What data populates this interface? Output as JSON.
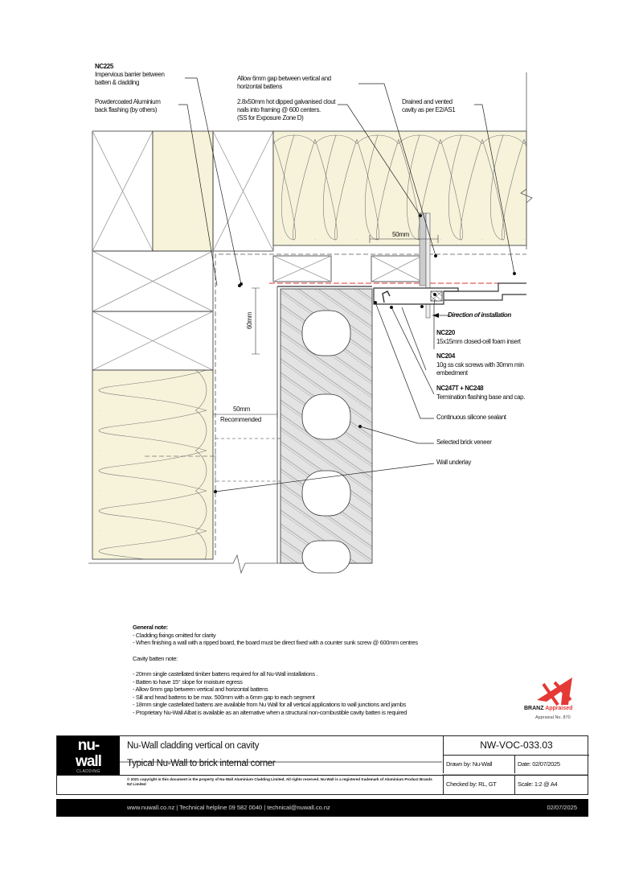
{
  "callouts": {
    "nc225_code": "NC225",
    "nc225_text_1": "Impervious barrier between",
    "nc225_text_2": "batten & cladding",
    "back_flashing_1": "Powdercoated Aluminium",
    "back_flashing_2": "back flashing (by others)",
    "gap_1": "Allow 6mm gap between vertical and",
    "gap_2": "horizontal battens",
    "nails_1": "2.8x50mm hot dipped galvanised clout",
    "nails_2": "nails into framing @ 600 centers.",
    "nails_3": "(SS for Exposure Zone D)",
    "cavity_1": "Drained and vented",
    "cavity_2": "cavity as per E2/AS1",
    "direction": "Direction of installation",
    "nc220_code": "NC220",
    "nc220_text": "15x15mm closed-cell foam insert",
    "nc204_code": "NC204",
    "nc204_text_1": "10g ss csk screws with 30mm min",
    "nc204_text_2": "embedment",
    "nc247_code": "NC247T + NC248",
    "nc247_text": "Termination flashing base and cap.",
    "sealant": "Continuous silicone sealant",
    "brick": "Selected brick veneer",
    "underlay": "Wall underlay"
  },
  "dimensions": {
    "top_50": "50mm",
    "vertical_60": "60mm",
    "left_50": "50mm",
    "recommended": "Recommended"
  },
  "notes": {
    "general_title": "General note:",
    "general": [
      "- Cladding fixings omitted for clarity",
      "- When finishing a wall with a ripped board, the board must be direct fixed with a counter sunk screw @ 600mm centres"
    ],
    "batten_title": "Cavity batten note:",
    "batten": [
      "- 20mm single castellated timber battens required for all Nu-Wall installations .",
      "- Batten to have 15° slope for moisture egress",
      "- Allow 6mm gap between vertical and horizontal battens",
      "- Sill and head battens to be max. 500mm with a 6mm gap to each segment",
      "- 18mm single castellated battens are available from Nu Wall for all vertical applications to wall junctions and jambs",
      "- Proprietary Nu-Wall Albat is available as an alternative when a structural non-combustible cavity batten is required"
    ]
  },
  "branz": {
    "brand": "BRANZ",
    "label": "Appraised",
    "number": "Appraisal No. 870",
    "color": "#e53935"
  },
  "title_block": {
    "logo_1": "nu-",
    "logo_2": "wall",
    "logo_3": "CLADDING",
    "title": "Nu-Wall cladding vertical on cavity",
    "subtitle": "Typical Nu-Wall to brick internal corner",
    "copyright": "© 2021 copyright in this document is the property of Nu-Wall Aluminium Cladding Limited. All rights reserved. Nu-Wall is a registered trademark of Aluminium Product Brands NZ Limited",
    "ref": "NW-VOC-033.03",
    "drawn_by": "Drawn by: Nu-Wall",
    "date": "Date:    02/07/2025",
    "checked_by": "Checked by: RL, GT",
    "scale": "Scale:   1:2 @ A4"
  },
  "footer": {
    "links": "www.nuwall.co.nz  |  Technical helpline 09 582 0040  |  technical@nuwall.co.nz",
    "date": "02/07/2025"
  }
}
